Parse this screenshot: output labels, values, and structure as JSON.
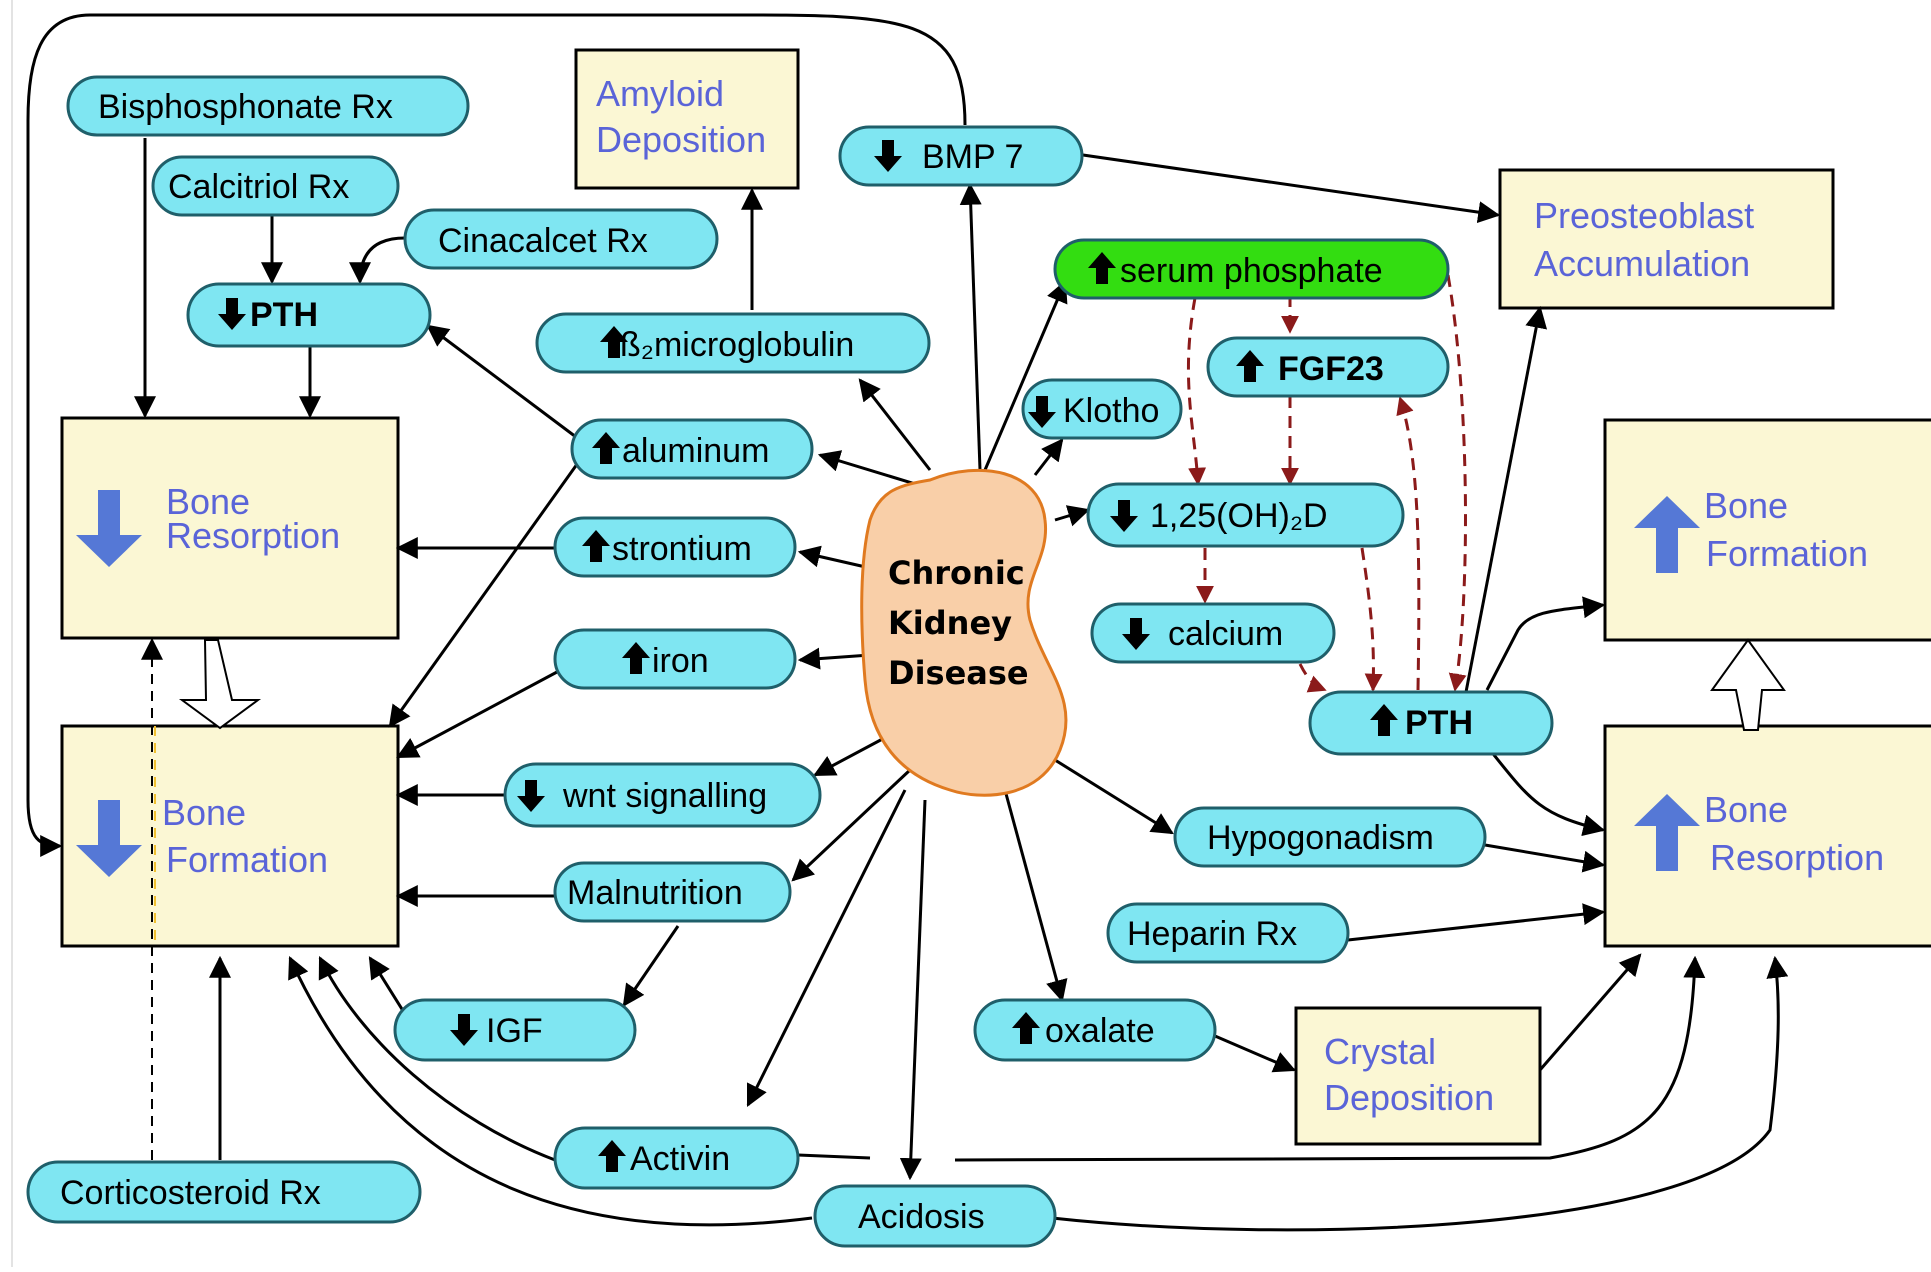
{
  "diagram": {
    "center": [
      "Chronic",
      "Kidney",
      "Disease"
    ],
    "boxes": {
      "amyloid": [
        "Amyloid",
        "Deposition"
      ],
      "preosteoblast": [
        "Preosteoblast",
        "Accumulation"
      ],
      "crystal": [
        "Crystal",
        "Deposition"
      ],
      "bone_resorption_left": [
        "Bone",
        "Resorption"
      ],
      "bone_formation_left": [
        "Bone",
        "Formation"
      ],
      "bone_formation_right": [
        "Bone",
        "Formation"
      ],
      "bone_resorption_right": [
        "Bone",
        "Resorption"
      ]
    },
    "nodes": {
      "bisphosphonate": "Bisphosphonate Rx",
      "calcitriol": "Calcitriol Rx",
      "cinacalcet": "Cinacalcet Rx",
      "pth_low": "PTH",
      "b2m": "ß₂microglobulin",
      "bmp7": "BMP 7",
      "serum_phosphate": "serum phosphate",
      "fgf23": "FGF23",
      "klotho": "Klotho",
      "aluminum": "aluminum",
      "strontium": "strontium",
      "vitd": "1,25(OH)₂D",
      "calcium": "calcium",
      "iron": "iron",
      "pth_high": "PTH",
      "wnt": "wnt signalling",
      "malnutrition": "Malnutrition",
      "hypogonadism": "Hypogonadism",
      "heparin": "Heparin Rx",
      "igf": "IGF",
      "oxalate": "oxalate",
      "activin": "Activin",
      "corticosteroid": "Corticosteroid Rx",
      "acidosis": "Acidosis"
    },
    "colors": {
      "pill_fill": "#7fe6f2",
      "pill_stroke": "#1f5f6a",
      "box_fill": "#fbf7d4",
      "box_text": "#5a64d8",
      "arrow_blue": "#5578d6",
      "phosphate_fill": "#33dd11",
      "kidney_fill": "#f9cfa8",
      "kidney_stroke": "#e07a20",
      "dashed_red": "#8b1a1a"
    }
  }
}
